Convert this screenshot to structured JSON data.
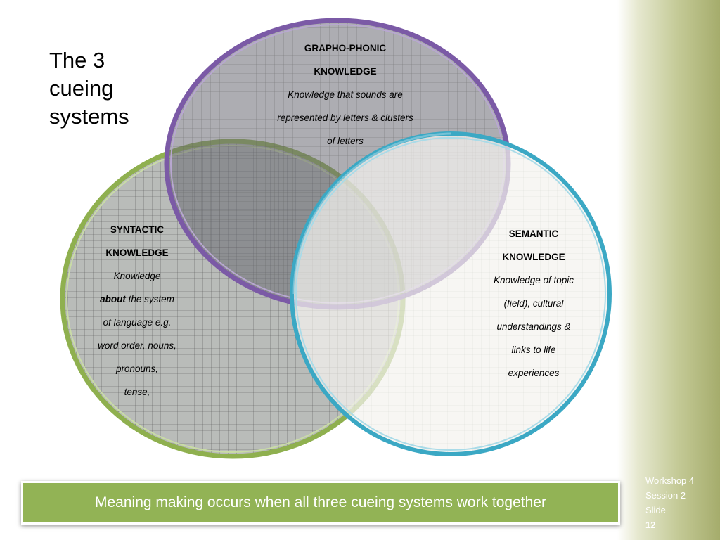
{
  "title": {
    "lines": [
      "The 3",
      "cueing",
      "systems"
    ]
  },
  "circles": {
    "grapho_phonic": {
      "heading_lines": [
        "GRAPHO-PHONIC",
        "KNOWLEDGE"
      ],
      "description_lines": [
        "Knowledge that sounds are",
        "represented by letters & clusters",
        "of letters"
      ],
      "stroke_color": "#7b5aa6"
    },
    "syntactic": {
      "heading_lines": [
        "SYNTACTIC",
        "KNOWLEDGE"
      ],
      "description_line_1": "Knowledge",
      "description_emphasis": "about",
      "description_after_emphasis": " the system",
      "description_lines_rest": [
        "of language e.g.",
        "word order, nouns,",
        "pronouns,",
        "tense,"
      ],
      "stroke_color": "#8fb04f"
    },
    "semantic": {
      "heading_lines": [
        "SEMANTIC",
        "KNOWLEDGE"
      ],
      "description_lines": [
        "Knowledge of topic",
        "(field), cultural",
        "understandings &",
        "links to life",
        "experiences"
      ],
      "stroke_color": "#3ba8c4"
    }
  },
  "banner": {
    "text": "Meaning making occurs when all three cueing systems work together",
    "color": "#92b355"
  },
  "slide_info": {
    "workshop": "Workshop 4",
    "session": "Session 2",
    "slide_label": "Slide ",
    "slide_number": "12"
  }
}
